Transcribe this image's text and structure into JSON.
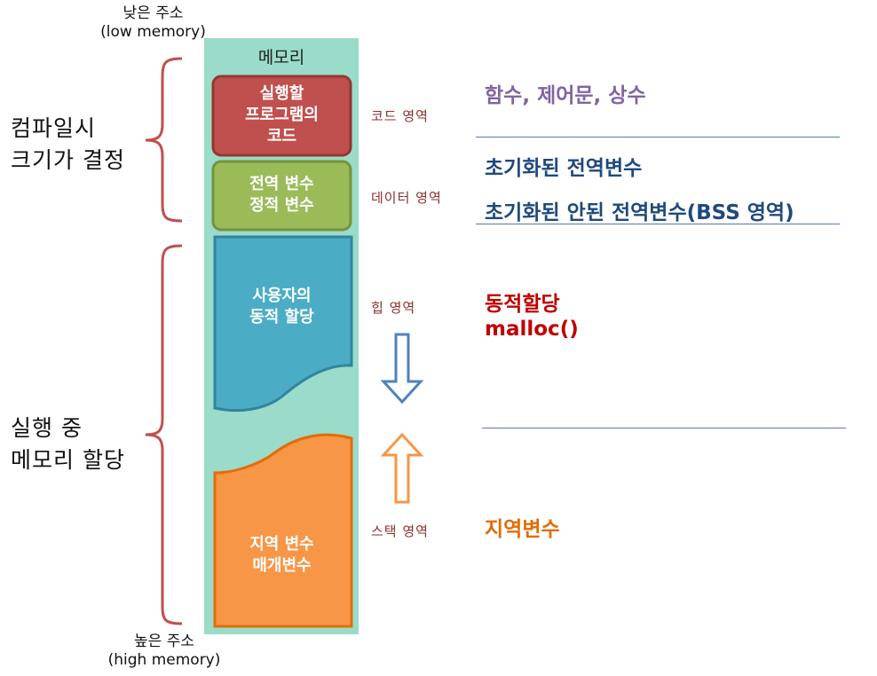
{
  "address": {
    "low": {
      "line1": "낮은 주소",
      "line2": "(low memory)"
    },
    "high": {
      "line1": "높은 주소",
      "line2": "(high memory)"
    }
  },
  "phases": {
    "compile": {
      "line1": "컴파일시",
      "line2": "크기가 결정"
    },
    "runtime": {
      "line1": "실행 중",
      "line2": "메모리 할당"
    }
  },
  "memory": {
    "title": "메모리",
    "code_block": {
      "line1": "실행할",
      "line2": "프로그램의",
      "line3": "코드"
    },
    "data_block": {
      "line1": "전역 변수",
      "line2": "정적 변수"
    },
    "heap_block": {
      "line1": "사용자의",
      "line2": "동적 할당"
    },
    "stack_block": {
      "line1": "지역 변수",
      "line2": "매개변수"
    }
  },
  "regions": {
    "code": "코드 영역",
    "data": "데이터 영역",
    "heap": "힙 영역",
    "stack": "스택 영역"
  },
  "descriptions": {
    "code": "함수, 제어문, 상수",
    "data_initialized": "초기화된 전역변수",
    "data_bss": "초기화된 안된 전역변수(BSS 영역)",
    "heap_line1": "동적할당",
    "heap_line2": "malloc()",
    "stack": "지역변수"
  },
  "colors": {
    "memory_bg": "#9adcc9",
    "code_block": "#c0504d",
    "data_block": "#9bbb59",
    "heap_block": "#4bacc6",
    "stack_block": "#f79646",
    "brace": "#c0504d",
    "code_desc": "#8064a2",
    "data_desc": "#1f497d",
    "heap_desc": "#c00000",
    "stack_desc": "#e36c09",
    "heap_arrow": "#4f81bd",
    "stack_arrow": "#f79646"
  }
}
